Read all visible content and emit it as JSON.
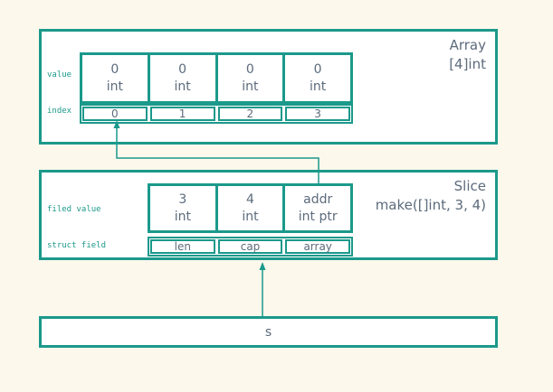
{
  "colors": {
    "accent": "#1b998b",
    "text": "#5c6b7c",
    "page_background": "#fcf8ec",
    "box_background": "#ffffff"
  },
  "array_box": {
    "title_line1": "Array",
    "title_line2": "[4]int",
    "value_row_label": "value",
    "index_row_label": "index",
    "cells": [
      {
        "value": "0",
        "type": "int"
      },
      {
        "value": "0",
        "type": "int"
      },
      {
        "value": "0",
        "type": "int"
      },
      {
        "value": "0",
        "type": "int"
      }
    ],
    "indexes": [
      "0",
      "1",
      "2",
      "3"
    ]
  },
  "slice_box": {
    "title_line1": "Slice",
    "title_line2": "make([]int, 3, 4)",
    "field_value_row_label": "filed value",
    "struct_field_row_label": "struct field",
    "cells": [
      {
        "value": "3",
        "type": "int"
      },
      {
        "value": "4",
        "type": "int"
      },
      {
        "value": "addr",
        "type": "int ptr"
      }
    ],
    "struct_fields": [
      "len",
      "cap",
      "array"
    ]
  },
  "variable_box": {
    "name": "s"
  }
}
